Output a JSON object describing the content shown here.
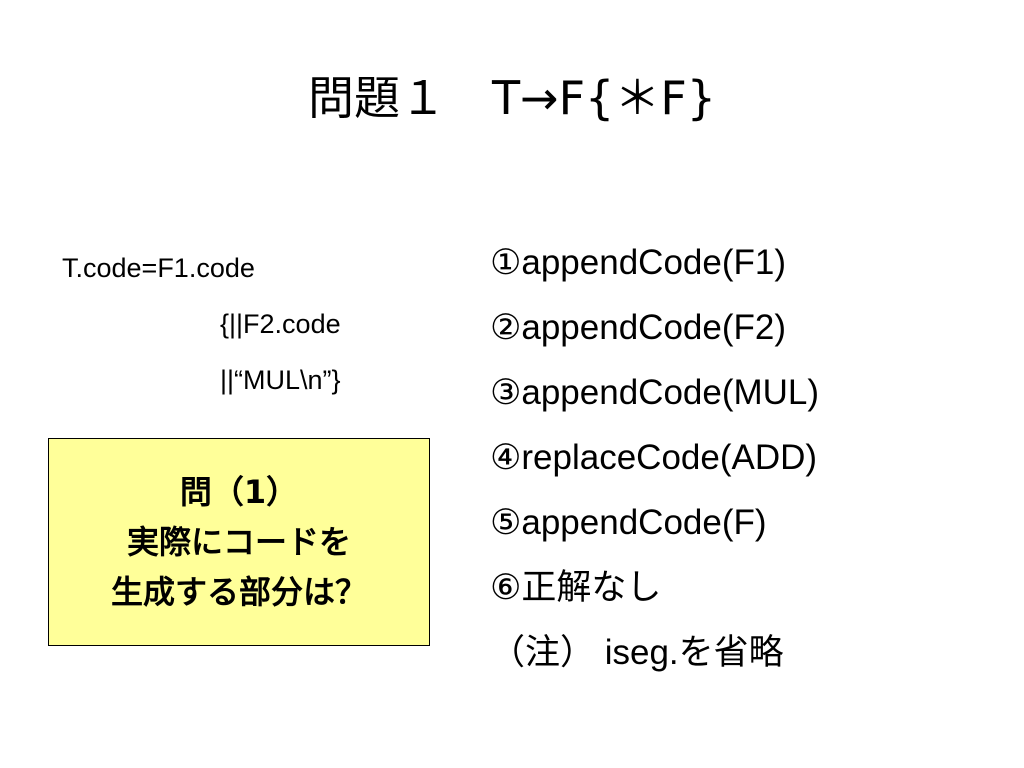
{
  "title": "問題１　T→F{＊F}",
  "code": {
    "line1": "T.code=F1.code",
    "line2": "{||F2.code",
    "line3": "||“MUL\\n”}"
  },
  "question_box": {
    "background": "#ffff99",
    "lines": [
      "問（1）",
      "実際にコードを",
      "生成する部分は？"
    ]
  },
  "options": [
    "①appendCode(F1)",
    "②appendCode(F2)",
    "③appendCode(MUL)",
    "④replaceCode(ADD)",
    "⑤appendCode(F)",
    "⑥正解なし",
    "（注） iseg.を省略"
  ]
}
